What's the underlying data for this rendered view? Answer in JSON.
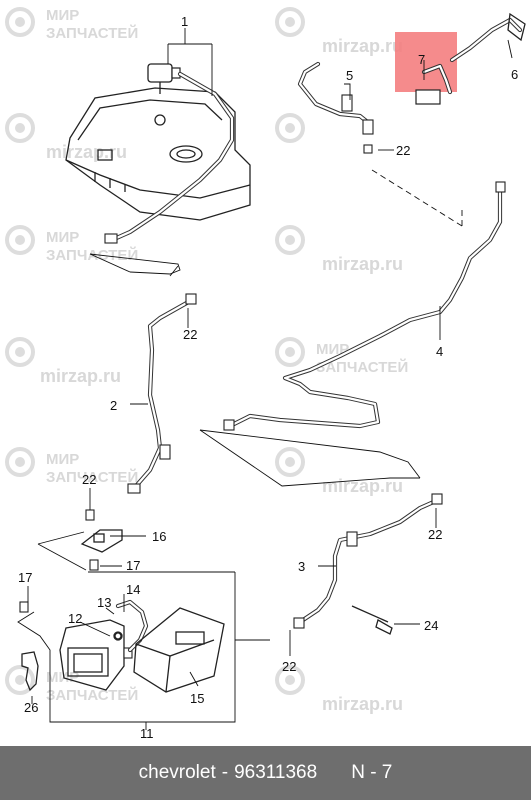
{
  "watermark": {
    "brand_top": "МИР",
    "brand_bottom": "ЗАПЧАСТЕЙ",
    "site": "mirzap.ru"
  },
  "callouts": {
    "c1": "1",
    "c2": "2",
    "c3": "3",
    "c4": "4",
    "c5": "5",
    "c6": "6",
    "c7": "7",
    "c11": "11",
    "c12": "12",
    "c13": "13",
    "c14": "14",
    "c15": "15",
    "c16": "16",
    "c17a": "17",
    "c17b": "17",
    "c22a": "22",
    "c22b": "22",
    "c22c": "22",
    "c22d": "22",
    "c22e": "22",
    "c24": "24",
    "c26": "26"
  },
  "highlight": {
    "part": "7",
    "color": "#f47e80"
  },
  "footer": {
    "brand": "chevrolet",
    "separator": "-",
    "part_number": "96311368",
    "diagram_ref": "N - 7"
  }
}
